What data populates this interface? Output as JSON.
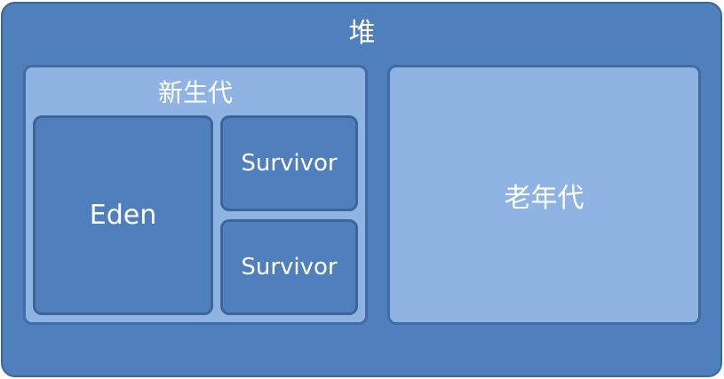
{
  "diagram": {
    "heap": {
      "label": "堆"
    },
    "young_generation": {
      "label": "新生代"
    },
    "eden": {
      "label": "Eden"
    },
    "survivors": [
      {
        "label": "Survivor"
      },
      {
        "label": "Survivor"
      }
    ],
    "old_generation": {
      "label": "老年代"
    }
  },
  "colors": {
    "outer_fill": "#4f80bd",
    "inner_fill": "#8fb4e3",
    "border": "#3b6696",
    "text": "#ffffff"
  }
}
